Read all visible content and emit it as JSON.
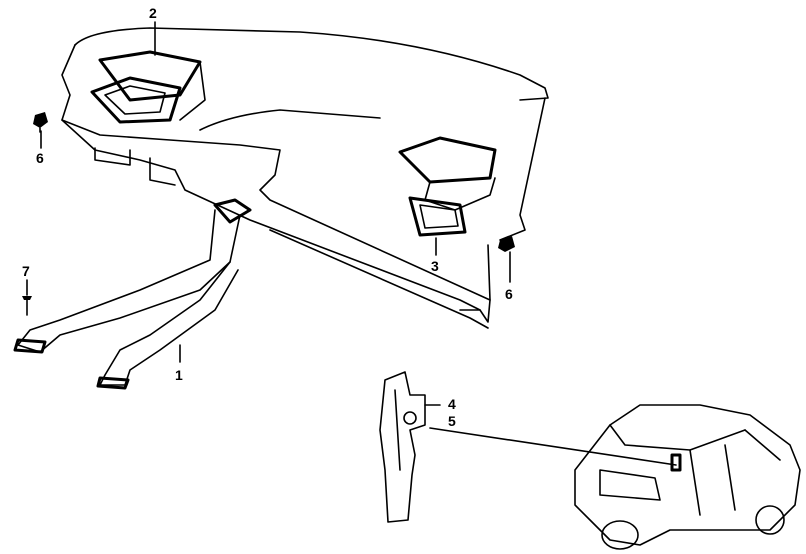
{
  "diagram": {
    "labels": {
      "part_1": "1",
      "part_2": "2",
      "part_3": "3",
      "part_4": "4",
      "part_5": "5",
      "part_6_left": "6",
      "part_6_right": "6",
      "part_7": "7"
    }
  }
}
